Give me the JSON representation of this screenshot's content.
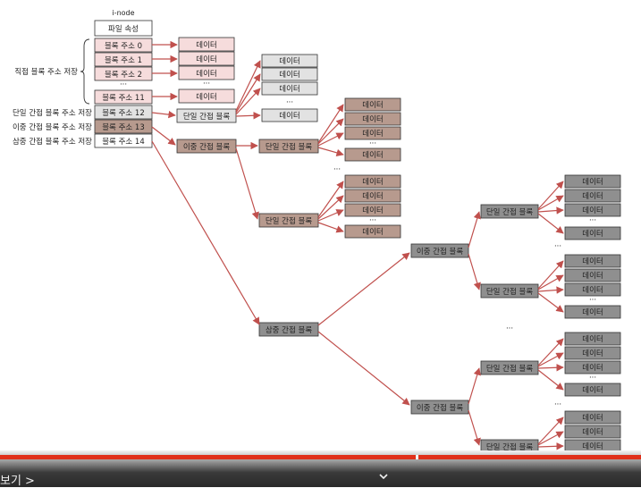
{
  "inode": {
    "title": "i-node",
    "attr": "파일 속성",
    "direct": [
      "블록 주소 0",
      "블록 주소 1",
      "블록 주소 2"
    ],
    "direct_last": "블록 주소 11",
    "single": "블록 주소 12",
    "double": "블록 주소 13",
    "triple": "블록 주소 14",
    "ellipsis": "···"
  },
  "side_labels": {
    "direct": "직접 블록 주소 저장",
    "single": "단일 간접 블록 주소 저장",
    "double": "이중 간접 블록 주소 저장",
    "triple": "삼중 간접 블록 주소 저장"
  },
  "blocks": {
    "data": "데이터",
    "single_indirect": "단일 간접 블록",
    "double_indirect": "이중 간접 블록",
    "triple_indirect": "삼중 간접 블록",
    "ellipsis": "···"
  },
  "colors": {
    "direct": "#f6dcdc",
    "single": "#e2e2e2",
    "double": "#b79a8e",
    "triple": "#8f8f8f",
    "arrow": "#c0504d",
    "progress": "#e0301a"
  },
  "footer": {
    "more": "보기 >",
    "chevron": "chevron-down-icon"
  }
}
